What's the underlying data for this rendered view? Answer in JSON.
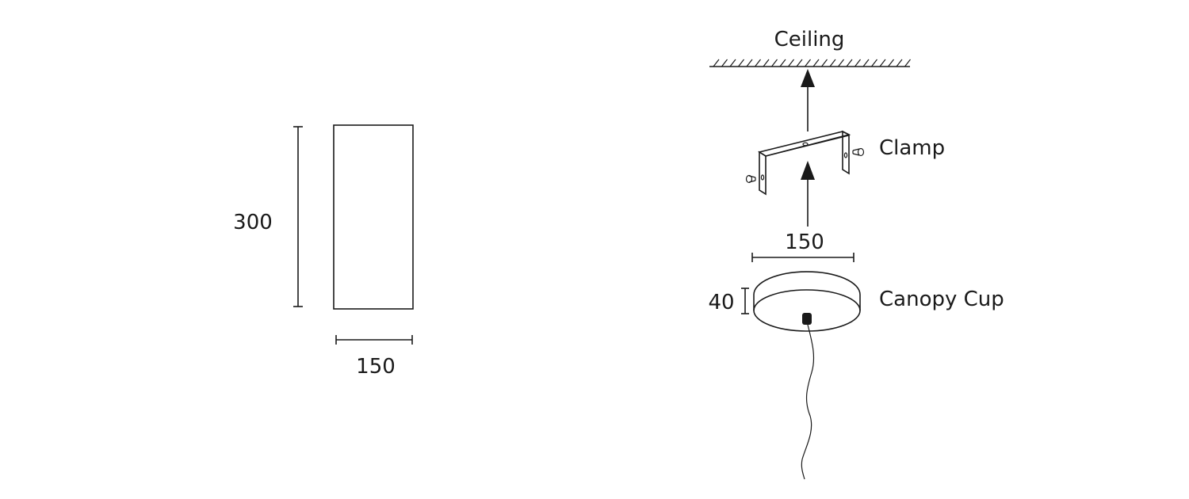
{
  "shade": {
    "height_label": "300",
    "width_label": "150"
  },
  "mounting": {
    "ceiling_label": "Ceiling",
    "clamp_label": "Clamp",
    "canopy_width_label": "150",
    "canopy_height_label": "40",
    "canopy_label": "Canopy Cup"
  },
  "colors": {
    "line": "#1a1a1a",
    "background": "#ffffff"
  }
}
